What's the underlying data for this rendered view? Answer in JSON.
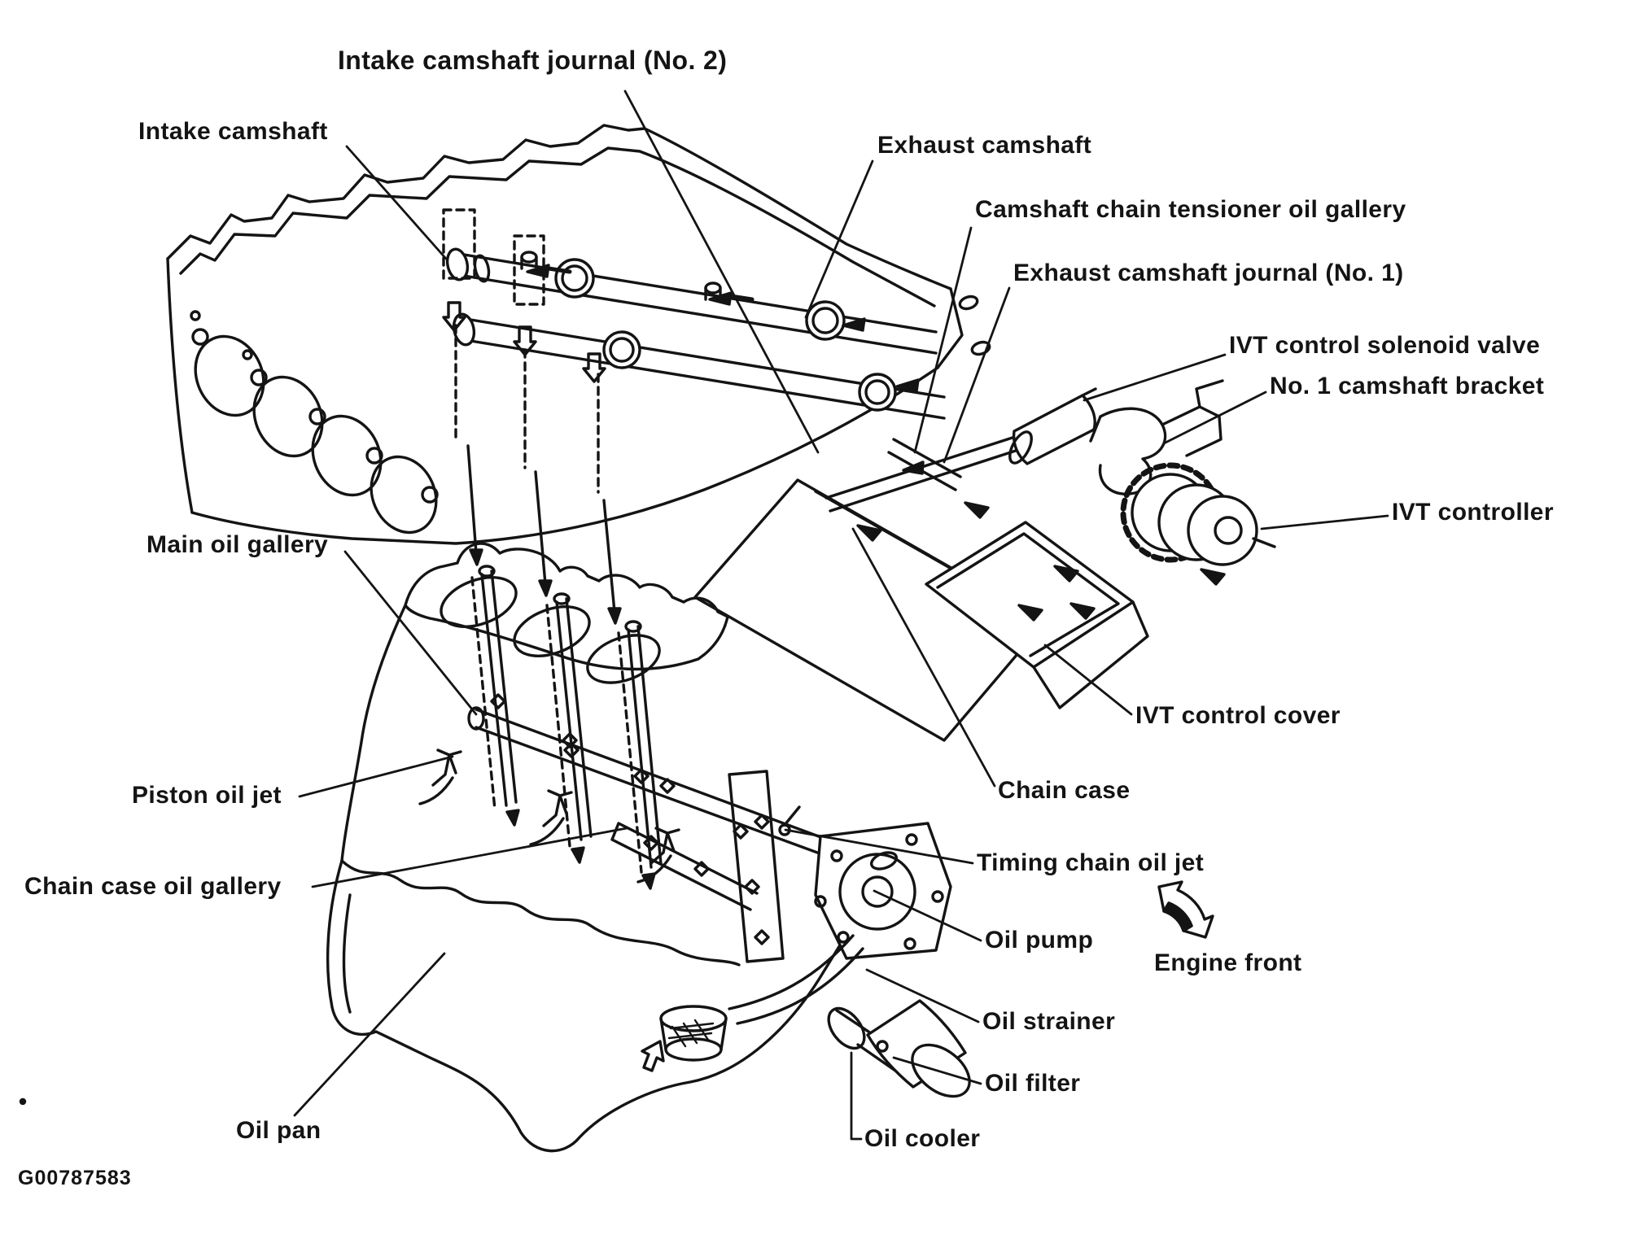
{
  "figure": {
    "code": "G00787583",
    "orientation": {
      "label": "Engine front",
      "arrow_direction": "down-right"
    },
    "ink_color": "#141414",
    "paper_color": "#ffffff"
  },
  "labels": [
    {
      "id": "intake-camshaft-journal-no2",
      "text": "Intake camshaft journal (No. 2)"
    },
    {
      "id": "intake-camshaft",
      "text": "Intake camshaft"
    },
    {
      "id": "exhaust-camshaft",
      "text": "Exhaust camshaft"
    },
    {
      "id": "camshaft-chain-tensioner-oil-gallery",
      "text": "Camshaft chain tensioner oil gallery"
    },
    {
      "id": "exhaust-camshaft-journal-no1",
      "text": "Exhaust camshaft journal (No. 1)"
    },
    {
      "id": "ivt-control-solenoid-valve",
      "text": "IVT control solenoid valve"
    },
    {
      "id": "no1-camshaft-bracket",
      "text": "No. 1 camshaft bracket"
    },
    {
      "id": "ivt-controller",
      "text": "IVT controller"
    },
    {
      "id": "ivt-control-cover",
      "text": "IVT control cover"
    },
    {
      "id": "chain-case",
      "text": "Chain case"
    },
    {
      "id": "timing-chain-oil-jet",
      "text": "Timing chain oil jet"
    },
    {
      "id": "oil-pump",
      "text": "Oil pump"
    },
    {
      "id": "oil-strainer",
      "text": "Oil strainer"
    },
    {
      "id": "oil-filter",
      "text": "Oil filter"
    },
    {
      "id": "oil-cooler",
      "text": "Oil cooler"
    },
    {
      "id": "oil-pan",
      "text": "Oil pan"
    },
    {
      "id": "main-oil-gallery",
      "text": "Main oil gallery"
    },
    {
      "id": "piston-oil-jet",
      "text": "Piston oil jet"
    },
    {
      "id": "chain-case-oil-gallery",
      "text": "Chain case oil gallery"
    },
    {
      "id": "engine-front",
      "text": "Engine front"
    },
    {
      "id": "figure-code",
      "text": "G00787583"
    }
  ]
}
